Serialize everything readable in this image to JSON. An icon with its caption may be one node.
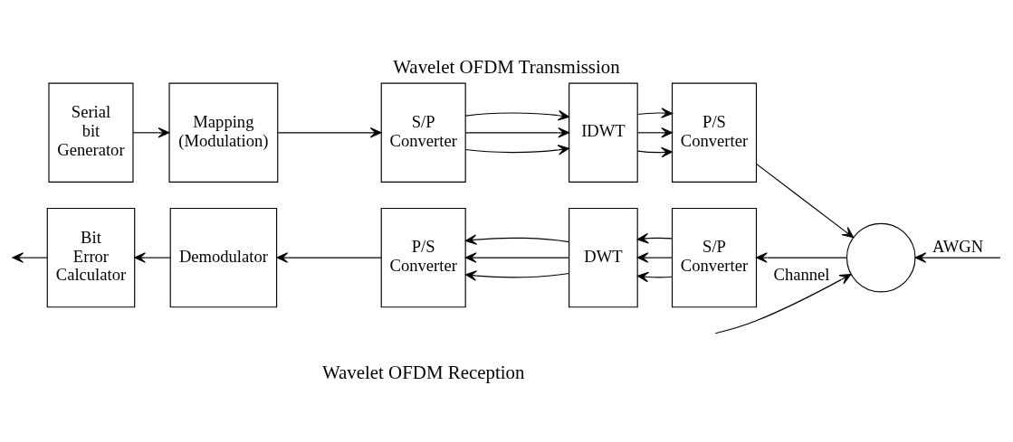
{
  "diagram": {
    "title": "Wavelet OFDM Transmission",
    "caption": "Wavelet OFDM Reception",
    "nodes": [
      {
        "text": [
          "Serial bit Generator"
        ]
      },
      {
        "text": [
          "Mapping (Modulation)"
        ]
      },
      {
        "text": [
          "S/P Converter"
        ]
      },
      {
        "text": [
          "IDWT"
        ]
      },
      {
        "text": [
          "P/S Converter"
        ]
      },
      {
        "text": [],
        "shape": "circle"
      },
      {
        "text": [
          "S/P Converter"
        ]
      },
      {
        "text": [
          "DWT"
        ]
      },
      {
        "text": [
          "P/S Converter"
        ]
      },
      {
        "text": [
          "Demodulator"
        ]
      },
      {
        "text": [
          "Bit Error Calculator"
        ]
      }
    ],
    "edges": [
      {
        "from": 0,
        "to": 1,
        "arrow": "to"
      },
      {
        "from": 1,
        "to": 2,
        "arrow": "to"
      },
      {
        "from": 2,
        "to": 3,
        "arrow": "to"
      },
      {
        "from": 2,
        "to": 3,
        "arrow": "to"
      },
      {
        "from": 2,
        "to": 3,
        "arrow": "to"
      },
      {
        "from": 3,
        "to": 4,
        "arrow": "to"
      },
      {
        "from": 3,
        "to": 4,
        "arrow": "to"
      },
      {
        "from": 3,
        "to": 4,
        "arrow": "to"
      },
      {
        "from": 4,
        "to": 5,
        "arrow": "to"
      },
      {
        "from": null,
        "to": 5,
        "arrow": "to",
        "label": "Channel"
      },
      {
        "from": null,
        "to": 5,
        "arrow": "to",
        "label": "AWGN"
      },
      {
        "from": 5,
        "to": 6,
        "arrow": "to"
      },
      {
        "from": 6,
        "to": 7,
        "arrow": "to"
      },
      {
        "from": 6,
        "to": 7,
        "arrow": "to"
      },
      {
        "from": 6,
        "to": 7,
        "arrow": "to"
      },
      {
        "from": 7,
        "to": 8,
        "arrow": "to"
      },
      {
        "from": 7,
        "to": 8,
        "arrow": "to"
      },
      {
        "from": 7,
        "to": 8,
        "arrow": "to"
      },
      {
        "from": 8,
        "to": 9,
        "arrow": "to"
      },
      {
        "from": 9,
        "to": 10,
        "arrow": "to"
      },
      {
        "from": 10,
        "to": null,
        "arrow": "to"
      }
    ]
  }
}
